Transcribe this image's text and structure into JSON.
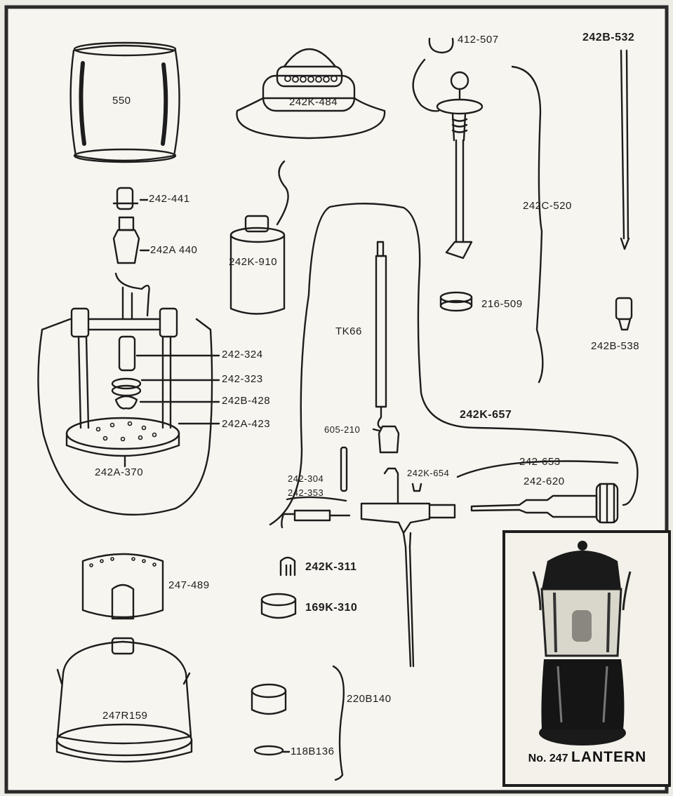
{
  "labels": {
    "p550": "550",
    "p242k484": "242K-484",
    "p412_507": "412-507",
    "p242b532": "242B-532",
    "p242_441": "242-441",
    "p242a440": "242A 440",
    "p242k910": "242K-910",
    "p242c520": "242C-520",
    "p216_509": "216-509",
    "p242b538": "242B-538",
    "tk66": "TK66",
    "p242_324": "242-324",
    "p242_323": "242-323",
    "p242b428": "242B-428",
    "p242a423": "242A-423",
    "p242a370": "242A-370",
    "p242k657": "242K-657",
    "p605_210": "605-210",
    "p242_304": "242-304",
    "p242_353": "242-353",
    "p242k654": "242K-654",
    "p242_653": "242-653",
    "p242_620": "242-620",
    "p242k311": "242K-311",
    "p169k310": "169K-310",
    "p247_489": "247-489",
    "p247r159": "247R159",
    "p220b140": "220B140",
    "p118b136": "118B136"
  },
  "caption": {
    "number": "No. 247",
    "name": "LANTERN"
  },
  "colors": {
    "paper": "#f7f5ef",
    "ink": "#1d1d1d",
    "border": "#2a2a2a"
  }
}
